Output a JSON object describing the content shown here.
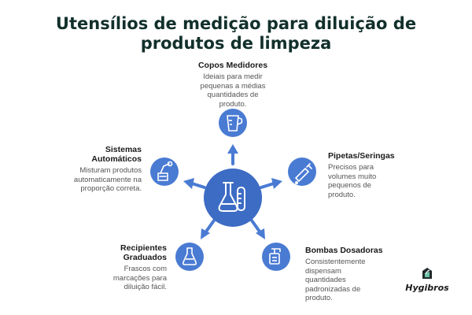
{
  "title": {
    "line1": "Utensílios de medição para diluição de",
    "line2": "produtos de limpeza"
  },
  "nodes": [
    {
      "id": "copos",
      "icon": "measuring-cup-icon",
      "title": "Copos Medidores",
      "lines": [
        "Ideiais para medir",
        "pequenas a médias",
        "quantidades de",
        "produto."
      ]
    },
    {
      "id": "pipetas",
      "icon": "pipette-syringe-icon",
      "title": "Pipetas/Seringas",
      "lines": [
        "Precisos para",
        "volumes muito",
        "pequenos de",
        "produto."
      ]
    },
    {
      "id": "bombas",
      "icon": "dosing-pump-icon",
      "title": "Bombas Dosadoras",
      "lines": [
        "Consistentemente",
        "dispensam",
        "quantidades",
        "padronizadas de",
        "produto."
      ]
    },
    {
      "id": "recipientes",
      "icon": "graduated-flask-icon",
      "title": "Recipientes Graduados",
      "title_lines": [
        "Recipientes",
        "Graduados"
      ],
      "lines": [
        "Frascos com",
        "marcações para",
        "diluição fácil."
      ]
    },
    {
      "id": "sistemas",
      "icon": "automatic-system-icon",
      "title": "Sistemas Automáticos",
      "title_lines": [
        "Sistemas",
        "Automáticos"
      ],
      "lines": [
        "Misturam produtos",
        "automaticamente na",
        "proporção correta."
      ]
    }
  ],
  "center_icon": "flask-and-tube-icon",
  "logo": {
    "text": "Hygibros",
    "icon": "hygibros-logo-icon"
  },
  "colors": {
    "accent": "#4a7bd3",
    "accent_dark": "#3d6cc4",
    "title": "#12302b"
  }
}
